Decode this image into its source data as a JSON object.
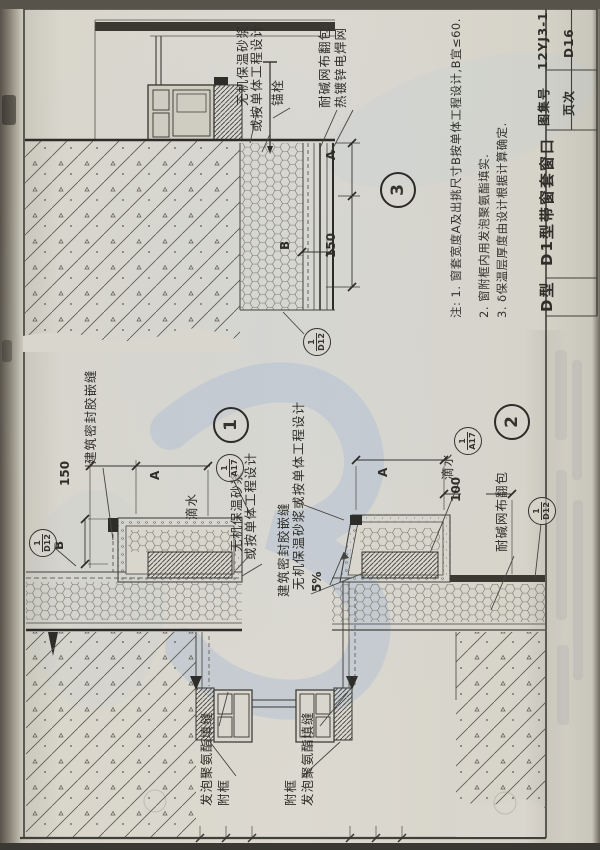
{
  "title_block": {
    "atlas_label": "图集号",
    "atlas_value": "12YJ3-1",
    "page_label": "页次",
    "page_value": "D16",
    "drawing_title": "D1型带窗套窗口",
    "series_label": "D型"
  },
  "notes": {
    "line1": "注: 1. 窗套宽度A及出挑尺寸B按单体工程设计,B宜≤60.",
    "line2": "2. 窗附框内用发泡聚氨酯填实.",
    "line3": "3. δ保温层厚度由设计根据计算确定."
  },
  "labels": {
    "inorganic_mortar_1": "无机保温砂浆",
    "inorganic_mortar_2": "或按单体工程设计",
    "inorganic_full": "无机保温砂浆或按单体工程设计",
    "anchor_bolt": "锚栓",
    "mesh_wrap": "耐碱网布翻包",
    "galvanized_mesh": "热镀锌电焊网",
    "sealant": "建筑密封胶嵌缝",
    "drip": "滴水",
    "foam_fill": "发泡聚氨酯填缝",
    "sub_frame": "附框",
    "slope": "5%"
  },
  "dims": {
    "d150": "150",
    "a": "A",
    "b": "B",
    "d100": "100"
  },
  "detail_numbers": {
    "d1": "1",
    "d2": "2",
    "d3": "3"
  },
  "refs": {
    "detail_num": "1",
    "sheet_d12": "D12",
    "sheet_a17": "A17"
  },
  "colors": {
    "ink": "#35342f",
    "paper": "#d9d6cd",
    "watermark": "#9db5d6"
  }
}
